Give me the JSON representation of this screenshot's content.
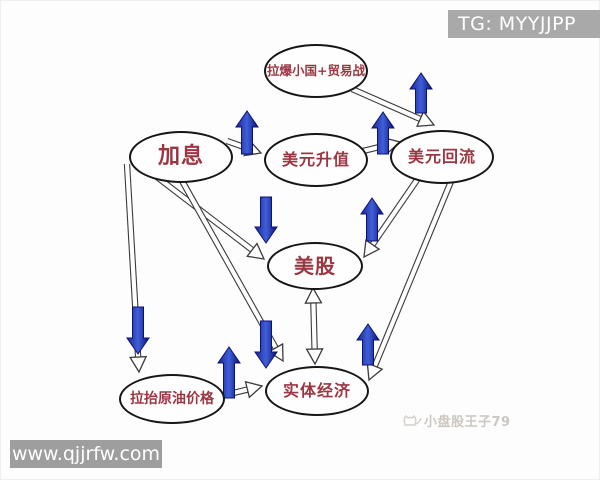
{
  "badge": {
    "text": "TG: MYYJJPP",
    "bg": "#a9a9a9",
    "fg": "#ffffff"
  },
  "url_watermark": {
    "text": "www.qjjrfw.com",
    "bg": "#9e9e9e",
    "fg": "#ffffff"
  },
  "brand_watermark": {
    "text": "小盘股王子79"
  },
  "diagram": {
    "colors": {
      "node_text": "#9b3642",
      "node_border": "#161616",
      "connector_outline": "#3b3b3b",
      "connector_fill": "#ffffff",
      "trend_blue_dark": "#1d2694",
      "trend_blue_light": "#3f5fd8",
      "trend_blue_edge": "#0c1173"
    },
    "nodes": [
      {
        "id": "boom",
        "label": "拉爆小国+贸易战"
      },
      {
        "id": "rate_hike",
        "label": "加息"
      },
      {
        "id": "usd_up",
        "label": "美元升值"
      },
      {
        "id": "usd_reflow",
        "label": "美元回流"
      },
      {
        "id": "us_stocks",
        "label": "美股"
      },
      {
        "id": "oil",
        "label": "拉抬原油价格"
      },
      {
        "id": "economy",
        "label": "实体经济"
      }
    ],
    "edges": [
      {
        "from": "rate_hike",
        "to": "usd_up",
        "double": false
      },
      {
        "from": "usd_up",
        "to": "usd_reflow",
        "double": false
      },
      {
        "from": "boom",
        "to": "usd_reflow",
        "double": false
      },
      {
        "from": "usd_reflow",
        "to": "us_stocks",
        "double": false
      },
      {
        "from": "usd_reflow",
        "to": "economy",
        "double": false
      },
      {
        "from": "rate_hike",
        "to": "oil",
        "double": false
      },
      {
        "from": "rate_hike",
        "to": "us_stocks",
        "double": false
      },
      {
        "from": "rate_hike",
        "to": "economy",
        "double": false
      },
      {
        "from": "oil",
        "to": "economy",
        "double": false
      },
      {
        "from": "us_stocks",
        "to": "economy",
        "double": true
      }
    ],
    "trend_arrows": [
      {
        "id": "A",
        "dir": "up",
        "name": "up-arrow-rate-hike-to-usd"
      },
      {
        "id": "B",
        "dir": "up",
        "name": "up-arrow-usd-to-reflow"
      },
      {
        "id": "C",
        "dir": "up",
        "name": "up-arrow-above-usd-reflow"
      },
      {
        "id": "D",
        "dir": "down",
        "name": "down-arrow-above-us-stocks"
      },
      {
        "id": "E",
        "dir": "up",
        "name": "up-arrow-right-of-us-stocks"
      },
      {
        "id": "F",
        "dir": "down",
        "name": "down-arrow-above-oil-price"
      },
      {
        "id": "G",
        "dir": "up",
        "name": "up-arrow-above-oil-price"
      },
      {
        "id": "H",
        "dir": "down",
        "name": "down-arrow-above-real-economy"
      },
      {
        "id": "I",
        "dir": "up",
        "name": "up-arrow-right-of-real-economy"
      }
    ]
  }
}
